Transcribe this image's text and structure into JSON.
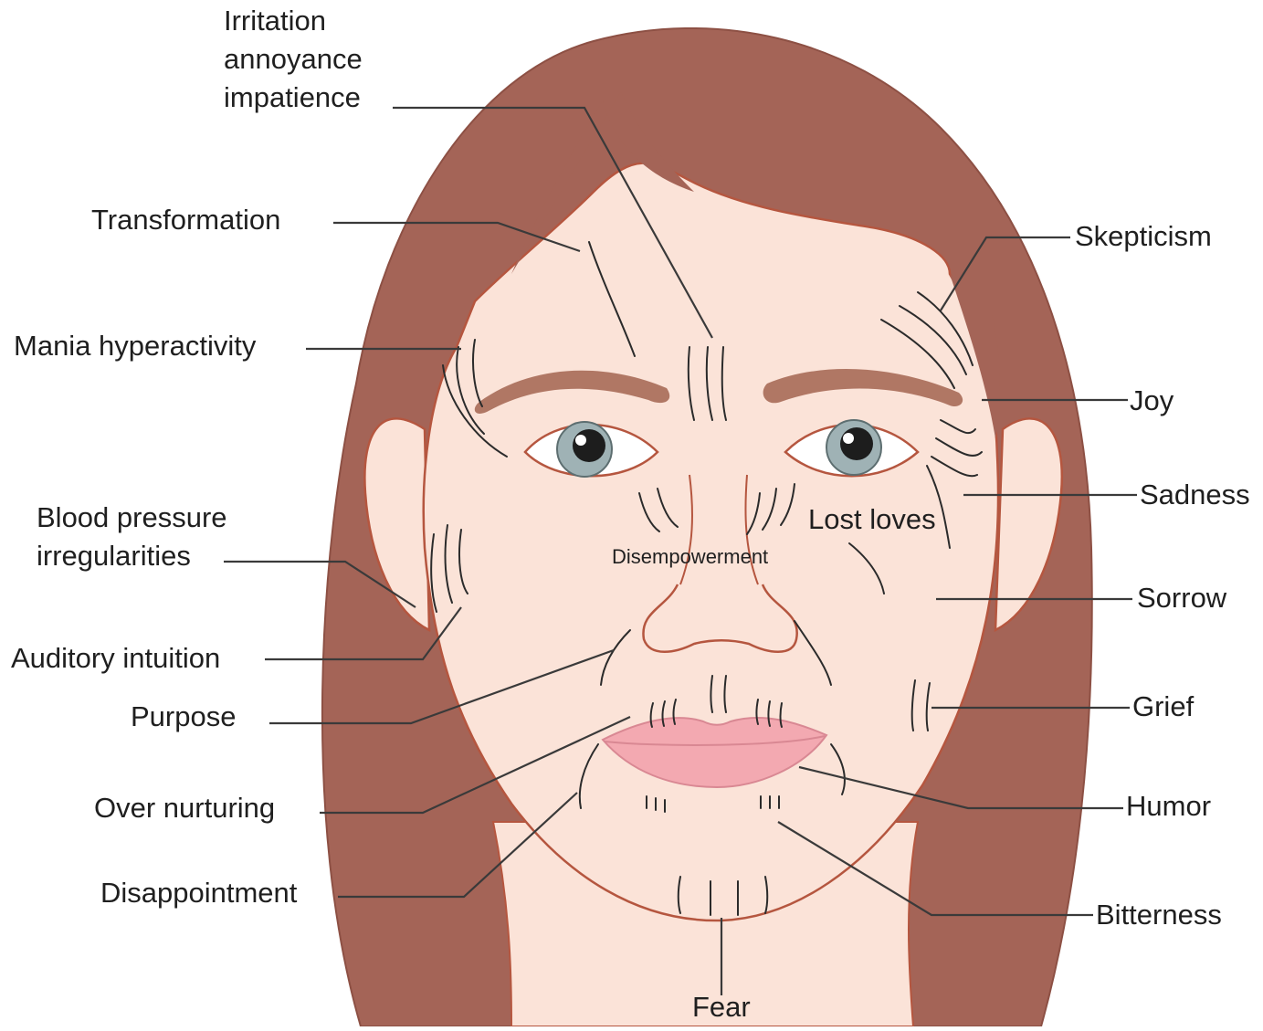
{
  "labels": {
    "irritation": "Irritation\nannoyance\nimpatience",
    "transformation": "Transformation",
    "mania": "Mania hyperactivity",
    "blood_pressure": "Blood pressure\nirregularities",
    "auditory": "Auditory intuition",
    "purpose": "Purpose",
    "over_nurturing": "Over nurturing",
    "disappointment": "Disappointment",
    "fear": "Fear",
    "skepticism": "Skepticism",
    "joy": "Joy",
    "sadness": "Sadness",
    "sorrow": "Sorrow",
    "grief": "Grief",
    "humor": "Humor",
    "bitterness": "Bitterness",
    "lost_loves": "Lost loves",
    "disempowerment": "Disempowerment"
  },
  "colors": {
    "hair": "#a46457",
    "skin": "#fbe3d8",
    "outline": "#b5563f",
    "brow": "#b07764",
    "lips": "#f3a9b1",
    "iris": "#9fb2b5"
  }
}
